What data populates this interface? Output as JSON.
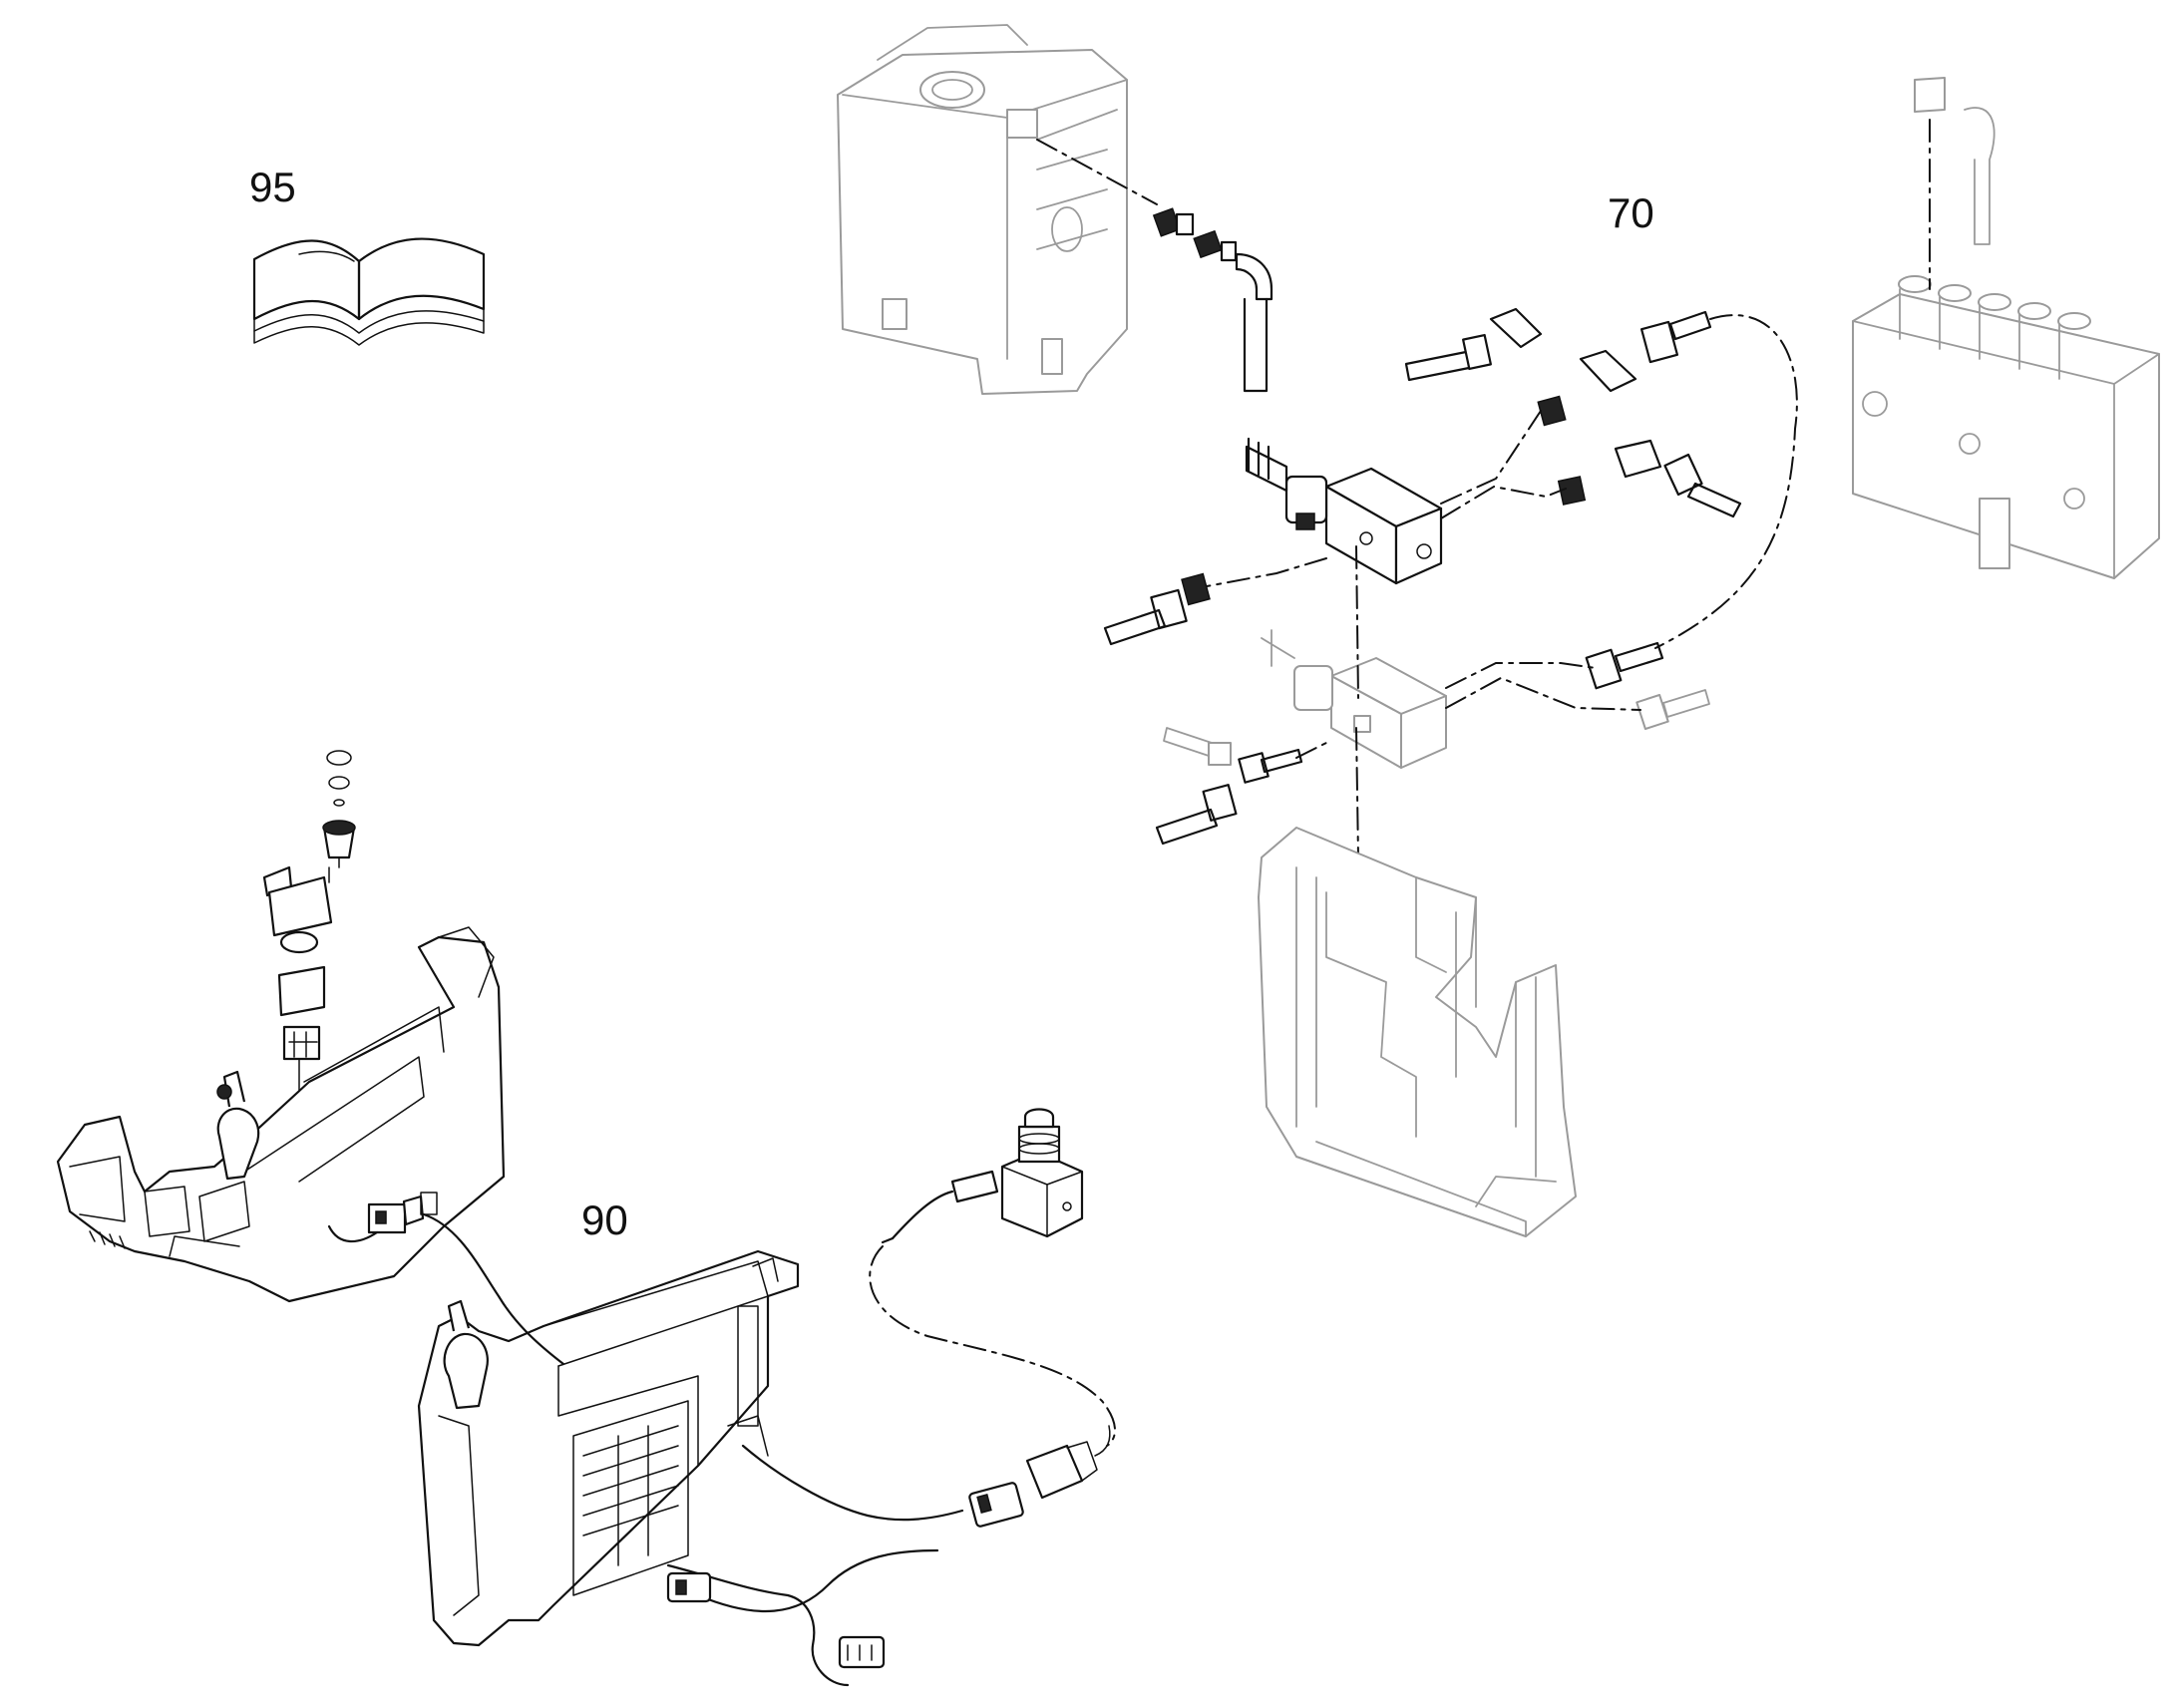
{
  "callouts": {
    "manual": "95",
    "hydraulics": "70",
    "control_console": "90"
  },
  "colors": {
    "line": "#111111",
    "faded": "#9a9a9a",
    "background": "#ffffff"
  },
  "icons": [
    "book-icon",
    "hydraulic-tank",
    "solenoid-valve-block",
    "control-valve-bank",
    "mounting-bracket",
    "joystick-console",
    "wiring-harness"
  ]
}
